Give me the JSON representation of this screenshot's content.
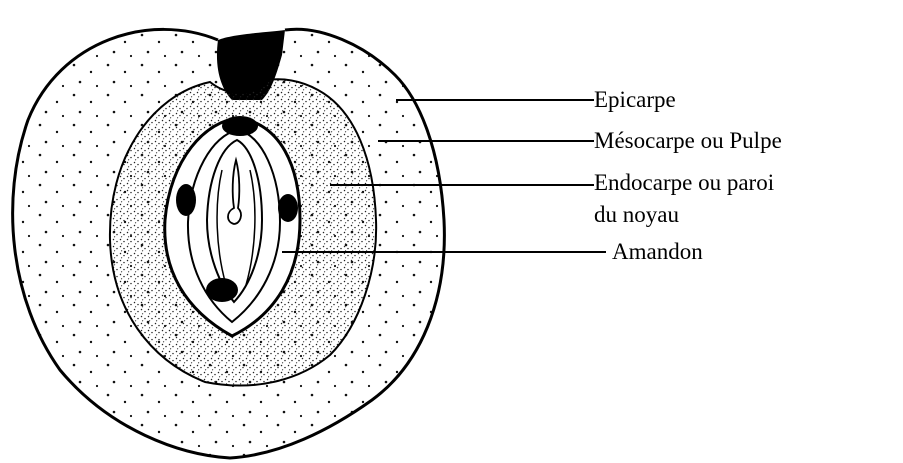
{
  "labels": {
    "epicarpe": "Epicarpe",
    "mesocarpe": "Mésocarpe ou Pulpe",
    "endocarpe_line1": "Endocarpe ou paroi",
    "endocarpe_line2": "du noyau",
    "amandon": "Amandon"
  },
  "colors": {
    "ink": "#000000",
    "paper": "#ffffff",
    "dot": "#111111"
  }
}
